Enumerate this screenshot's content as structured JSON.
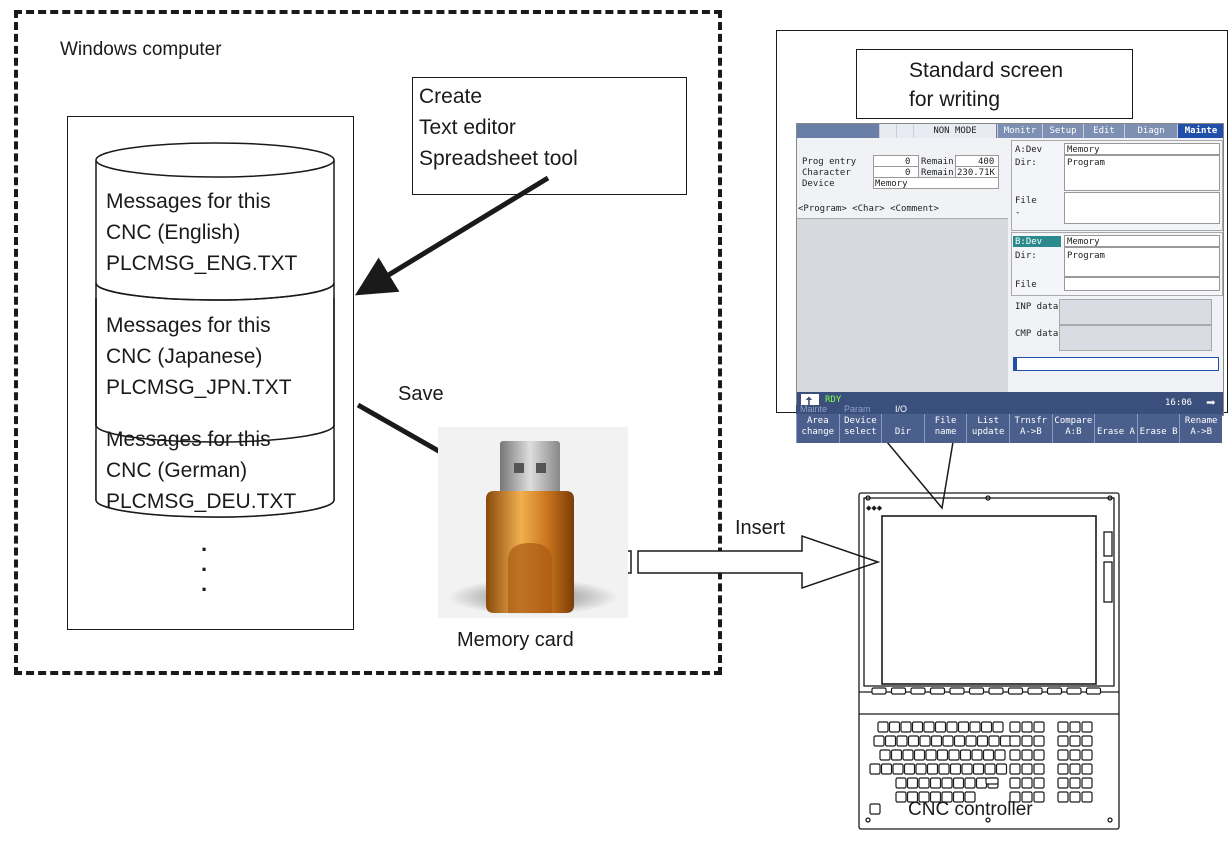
{
  "windows_label": "Windows computer",
  "create_box": [
    "Create",
    "Text editor",
    "Spreadsheet tool"
  ],
  "messages": [
    {
      "line1": "Messages for this",
      "line2": "CNC (English)",
      "file": "PLCMSG_ENG.TXT"
    },
    {
      "line1": "Messages for this",
      "line2": "CNC (Japanese)",
      "file": "PLCMSG_JPN.TXT"
    },
    {
      "line1": "Messages for this",
      "line2": "CNC (German)",
      "file": "PLCMSG_DEU.TXT"
    }
  ],
  "ellipsis": [
    "·",
    "·",
    "·"
  ],
  "save_label": "Save",
  "memory_card_label": "Memory card",
  "insert_label": "Insert",
  "standard_screen": [
    "Standard screen",
    "for writing"
  ],
  "cnc_controller_label": "CNC controller",
  "screen": {
    "tabs": [
      "NON MODE",
      "Monitr",
      "Setup",
      "Edit",
      "Diagn",
      "Mainte"
    ],
    "prog_entry": {
      "label": "Prog entry",
      "value": "0",
      "remain_label": "Remain",
      "remain": "400"
    },
    "character": {
      "label": "Character",
      "value": "0",
      "remain_label": "Remain",
      "remain": "230.71K"
    },
    "device": {
      "label": "Device",
      "value": "Memory"
    },
    "list_header": "<Program>     <Char> <Comment>",
    "a_dev": {
      "label": "A:Dev",
      "value": "Memory",
      "dir_label": "Dir:",
      "dir": "Program",
      "file_label": "File",
      "dash": "-"
    },
    "b_dev": {
      "label": "B:Dev",
      "value": "Memory",
      "dir_label": "Dir:",
      "dir": "Program",
      "file_label": "File"
    },
    "inp_label": "INP data:",
    "cmp_label": "CMP data:",
    "rdy": "RDY",
    "time": "16:06",
    "menu_path": [
      "Mainte",
      "Param",
      "I/O"
    ],
    "softkeys": [
      [
        "Area",
        "change"
      ],
      [
        "Device",
        "select"
      ],
      [
        "",
        "Dir"
      ],
      [
        "File",
        "name"
      ],
      [
        "List",
        "update"
      ],
      [
        "Trnsfr",
        "A->B"
      ],
      [
        "Compare",
        "A:B"
      ],
      [
        "",
        "Erase A"
      ],
      [
        "",
        "Erase B"
      ],
      [
        "Rename",
        "A->B"
      ]
    ]
  }
}
